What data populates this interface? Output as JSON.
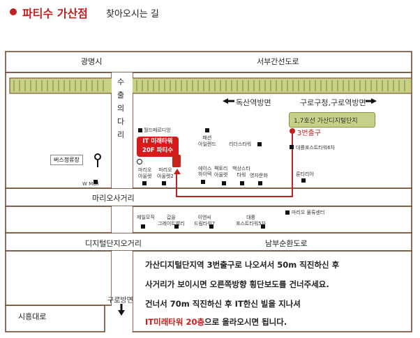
{
  "header": {
    "title": "파티수 가산점",
    "subtitle": "찾아오시는 길"
  },
  "roads": {
    "gwangmyeong": "광명시",
    "seobu": "서부간선도로",
    "suchul": [
      "수",
      "출",
      "의",
      "다",
      "리"
    ],
    "doksan": "독산역방면",
    "guro": "구로구청,구로역방면",
    "mario_street": "마리오사거리",
    "digital_street": "디지털단지오거리",
    "nambu": "남부순환도로",
    "guro_dir": "구로방면",
    "siheung": "시흥대로"
  },
  "badges": {
    "line17": "1,7호선 가산디지털단지",
    "exit3": "3번출구",
    "bus": "버스정류장"
  },
  "places": {
    "worldmerdian": "월드메르디앙",
    "fashion": [
      "패션",
      "아일랜드"
    ],
    "leaders": "리더스타워",
    "daeryung6": "대륭포스트타워6차",
    "wmall": "W Mall",
    "mario1": [
      "마리오",
      "아울렛"
    ],
    "mario2": [
      "마리오",
      "아울렛2"
    ],
    "ace": [
      "에이스",
      "하이텍"
    ],
    "factory": [
      "팩토리",
      "아울렛"
    ],
    "baeksang": [
      "백상스타",
      "타워"
    ],
    "youngja": "영자문화",
    "ruiria": "룬티리아",
    "mario_logis": "마리오 물류센터",
    "jeil": [
      "제일모직"
    ],
    "gabeul": [
      "갑을",
      "그레이트밸리"
    ],
    "ias": [
      "이앤씨",
      "드림타워7"
    ],
    "daeryung5": [
      "대륭",
      "포스트타워5차"
    ]
  },
  "target": {
    "line1": "IT 미래타워",
    "line2": "20F 파티수"
  },
  "description": {
    "line1": "가산디지털단지역 3번출구로 나오셔서 50m 직진하신 후",
    "line2": "사거리가 보이시면 오른쪽방향 횡단보도를 건너주세요.",
    "line3": "건너서 70m 직진하신 후 IT한신 빌을 지나셔",
    "line4_hl": "IT미래타워 20층",
    "line4_rest": "으로 올라오시면 됩니다."
  },
  "colors": {
    "accent": "#c0201e",
    "road_border": "#6b3d22",
    "rail": "#c8d088",
    "route": "#c0201e"
  }
}
